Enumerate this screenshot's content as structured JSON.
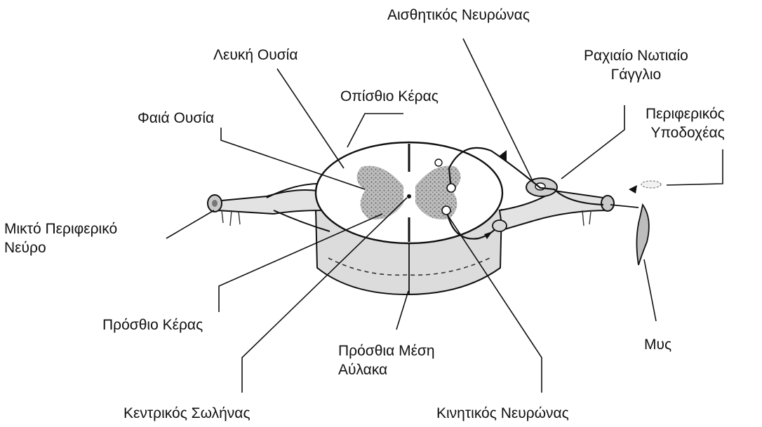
{
  "labels": {
    "sensory_neuron": "Αισθητικός Νευρώνας",
    "white_matter": "Λευκή Ουσία",
    "dorsal_root_ganglion": [
      "Ραχιαίο Νωτιαίο",
      "Γάγγλιο"
    ],
    "posterior_horn": "Οπίσθιο Κέρας",
    "gray_matter": "Φαιά Ουσία",
    "peripheral_receptor": [
      "Περιφερικός",
      "Υποδοχέας"
    ],
    "mixed_peripheral_nerve": [
      "Μικτό Περιφερικό",
      "Νεύρο"
    ],
    "anterior_horn": "Πρόσθιο Κέρας",
    "anterior_median_fissure": [
      "Πρόσθια Μέση",
      "Αύλακα"
    ],
    "muscle": "Μυς",
    "central_canal": "Κεντρικός Σωλήνας",
    "motor_neuron": "Κινητικός Νευρώνας"
  },
  "colors": {
    "ink": "#111111",
    "gray_matter_fill": "#9a9a9a",
    "nerve_fill": "#e2e2e2",
    "section_fill": "#ffffff",
    "stripe_fill": "#cfcfcf"
  }
}
